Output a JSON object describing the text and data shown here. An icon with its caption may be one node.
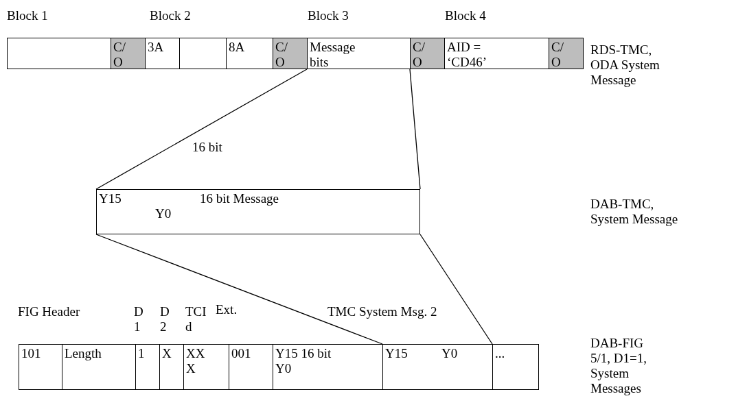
{
  "diagram": {
    "nodes": [
      {
        "text": [],
        "shape": "box"
      },
      {
        "text": [
          "C/ O"
        ]
      },
      {
        "text": [
          "3A"
        ]
      },
      {
        "text": [],
        "shape": "box"
      },
      {
        "text": [
          "8A"
        ]
      },
      {
        "text": [
          "C/ O"
        ]
      },
      {
        "text": [
          "Message bits"
        ]
      },
      {
        "text": [
          "C/ O"
        ]
      },
      {
        "text": [
          "AID = ‘CD46’"
        ]
      },
      {
        "text": [
          "C/ O"
        ]
      },
      {
        "text": [
          "Y15",
          "16 bit Message",
          "Y0"
        ]
      },
      {
        "text": [
          "101"
        ]
      },
      {
        "text": [
          "Length"
        ]
      },
      {
        "text": [
          "1"
        ]
      },
      {
        "text": [
          "X"
        ]
      },
      {
        "text": [
          "XX X"
        ]
      },
      {
        "text": [
          "001"
        ]
      },
      {
        "text": [
          "Y15 16 bit Y0"
        ]
      },
      {
        "text": [
          "Y15",
          "Y0"
        ]
      },
      {
        "text": [
          "..."
        ]
      }
    ],
    "edges": [
      {
        "from": 6,
        "to": 10,
        "arrow": "none"
      },
      {
        "from": 7,
        "to": 10,
        "arrow": "none"
      },
      {
        "from": 10,
        "to": 18,
        "arrow": "none"
      },
      {
        "from": 10,
        "to": 19,
        "arrow": "none"
      }
    ],
    "labels": [
      "Block 1",
      "Block 2",
      "Block 3",
      "Block 4",
      "RDS-TMC, ODA System Message",
      "16 bit",
      "DAB-TMC, System Message",
      "FIG Header",
      "D 1",
      "D 2",
      "TCI d",
      "Ext.",
      "TMC System Msg. 2",
      "DAB-FIG 5/1, D1=1, System Messages"
    ]
  }
}
